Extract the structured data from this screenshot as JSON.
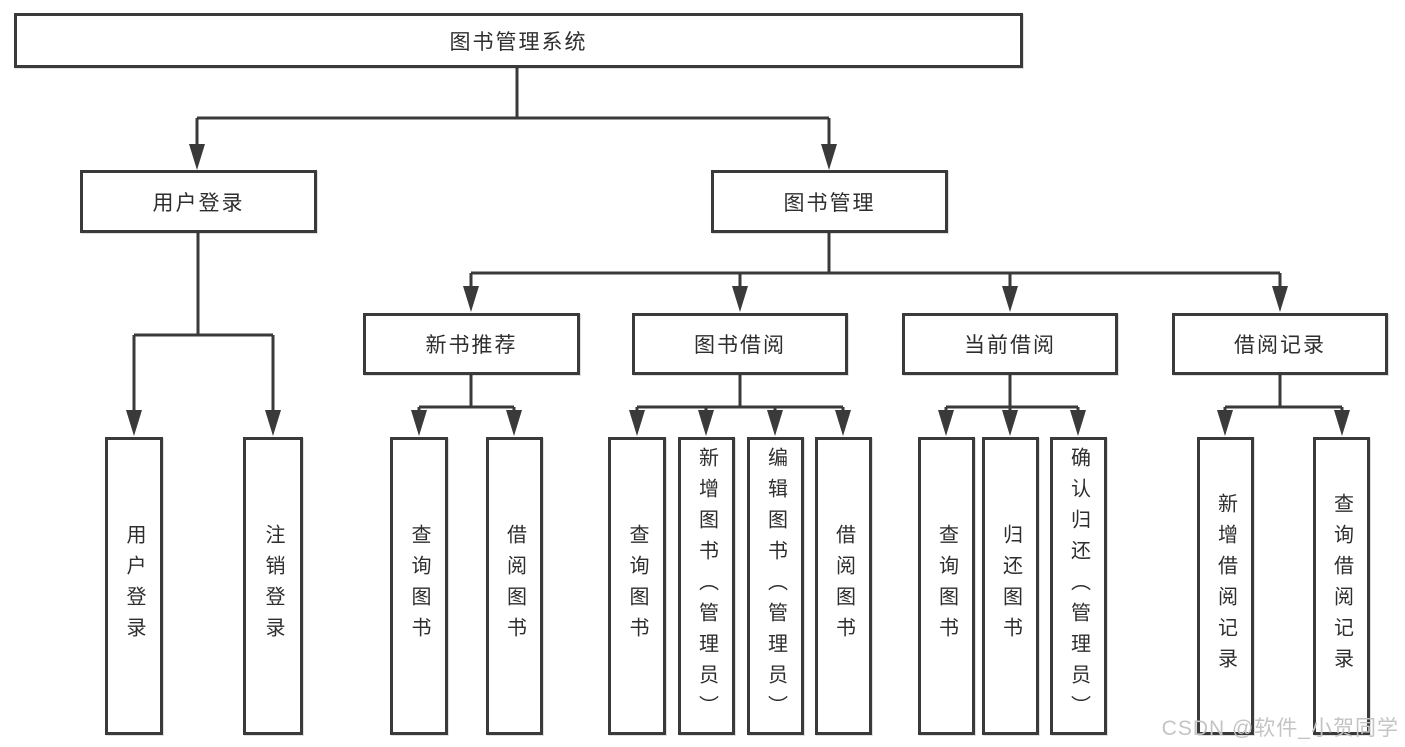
{
  "diagram": {
    "title": "图书管理系统",
    "type": "functional-structure-tree",
    "nodes": [
      {
        "id": "root",
        "label": "图书管理系统",
        "orientation": "horizontal"
      },
      {
        "id": "user-login",
        "label": "用户登录",
        "orientation": "horizontal"
      },
      {
        "id": "book-management",
        "label": "图书管理",
        "orientation": "horizontal"
      },
      {
        "id": "new-book-rec",
        "label": "新书推荐",
        "orientation": "horizontal"
      },
      {
        "id": "book-borrowing",
        "label": "图书借阅",
        "orientation": "horizontal"
      },
      {
        "id": "current-borrow",
        "label": "当前借阅",
        "orientation": "horizontal"
      },
      {
        "id": "borrow-records",
        "label": "借阅记录",
        "orientation": "horizontal"
      },
      {
        "id": "user-login-leaf",
        "label": "用户登录",
        "orientation": "vertical"
      },
      {
        "id": "logout-leaf",
        "label": "注销登录",
        "orientation": "vertical"
      },
      {
        "id": "nbr-query",
        "label": "查询图书",
        "orientation": "vertical"
      },
      {
        "id": "nbr-borrow",
        "label": "借阅图书",
        "orientation": "vertical"
      },
      {
        "id": "bb-query",
        "label": "查询图书",
        "orientation": "vertical"
      },
      {
        "id": "bb-add",
        "label": "新增图书（管理员）",
        "orientation": "vertical"
      },
      {
        "id": "bb-edit",
        "label": "编辑图书（管理员）",
        "orientation": "vertical"
      },
      {
        "id": "bb-borrow",
        "label": "借阅图书",
        "orientation": "vertical"
      },
      {
        "id": "cb-query",
        "label": "查询图书",
        "orientation": "vertical"
      },
      {
        "id": "cb-return",
        "label": "归还图书",
        "orientation": "vertical"
      },
      {
        "id": "cb-confirm",
        "label": "确认归还（管理员）",
        "orientation": "vertical"
      },
      {
        "id": "br-add",
        "label": "新增借阅记录",
        "orientation": "vertical"
      },
      {
        "id": "br-query",
        "label": "查询借阅记录",
        "orientation": "vertical"
      }
    ],
    "edges": [
      [
        "root",
        "user-login"
      ],
      [
        "root",
        "book-management"
      ],
      [
        "user-login",
        "user-login-leaf"
      ],
      [
        "user-login",
        "logout-leaf"
      ],
      [
        "book-management",
        "new-book-rec"
      ],
      [
        "book-management",
        "book-borrowing"
      ],
      [
        "book-management",
        "current-borrow"
      ],
      [
        "book-management",
        "borrow-records"
      ],
      [
        "new-book-rec",
        "nbr-query"
      ],
      [
        "new-book-rec",
        "nbr-borrow"
      ],
      [
        "book-borrowing",
        "bb-query"
      ],
      [
        "book-borrowing",
        "bb-add"
      ],
      [
        "book-borrowing",
        "bb-edit"
      ],
      [
        "book-borrowing",
        "bb-borrow"
      ],
      [
        "current-borrow",
        "cb-query"
      ],
      [
        "current-borrow",
        "cb-return"
      ],
      [
        "current-borrow",
        "cb-confirm"
      ],
      [
        "borrow-records",
        "br-add"
      ],
      [
        "borrow-records",
        "br-query"
      ]
    ]
  },
  "watermark": {
    "text": "CSDN @软件_小贺同学",
    "color": "#c4c4c4"
  },
  "colors": {
    "line": "#3a3a3a",
    "text": "#2e2e2e",
    "background": "#ffffff"
  }
}
